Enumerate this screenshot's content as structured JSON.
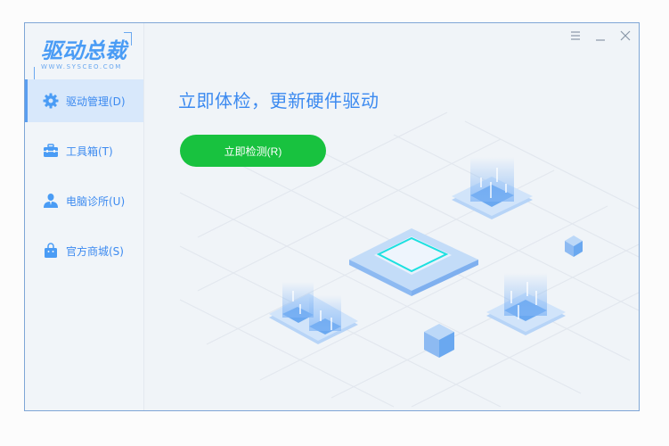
{
  "app": {
    "logo_text": "驱动总裁",
    "logo_subtext": "WWW.SYSCEO.COM"
  },
  "window_controls": {
    "menu": "menu-icon",
    "minimize": "minimize-icon",
    "close": "close-icon"
  },
  "sidebar": {
    "items": [
      {
        "label": "驱动管理(D)",
        "icon": "gear-icon",
        "active": true
      },
      {
        "label": "工具箱(T)",
        "icon": "toolbox-icon",
        "active": false
      },
      {
        "label": "电脑诊所(U)",
        "icon": "user-icon",
        "active": false
      },
      {
        "label": "官方商城(S)",
        "icon": "shopping-bag-icon",
        "active": false
      }
    ]
  },
  "main": {
    "headline": "立即体检，更新硬件驱动",
    "scan_button_label": "立即检测(R)"
  },
  "colors": {
    "accent": "#3c8af0",
    "button_green": "#18c23f",
    "window_border": "#7fa6d6",
    "active_nav_bg": "#d8e8fb",
    "chip_cyan": "#1de0e0"
  }
}
